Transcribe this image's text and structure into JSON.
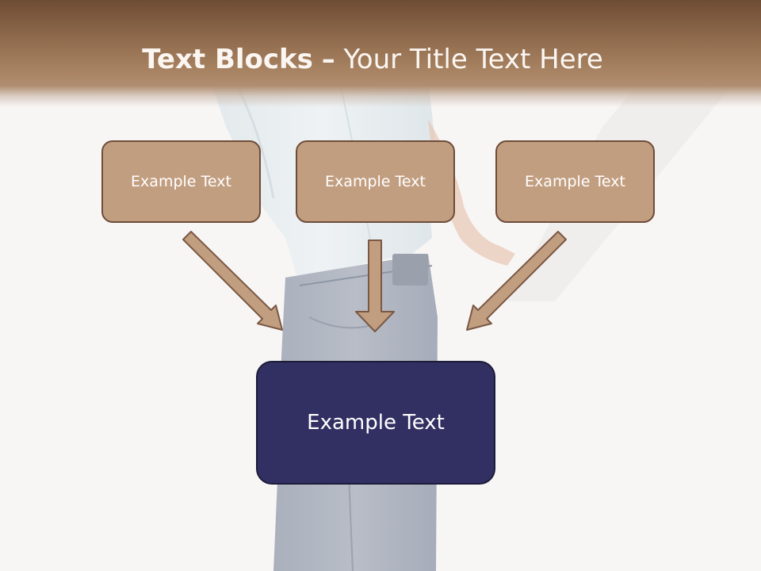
{
  "slide": {
    "title_bold": "Text Blocks",
    "title_separator": "–",
    "title_rest": "Your Title Text Here",
    "top_boxes": [
      {
        "label": "Example Text"
      },
      {
        "label": "Example Text"
      },
      {
        "label": "Example Text"
      }
    ],
    "main_box": {
      "label": "Example Text"
    }
  },
  "colors": {
    "header_band": "#8a6548",
    "small_box_fill": "#c29e80",
    "small_box_border": "#6d4c39",
    "main_box_fill": "#323062",
    "arrow_fill": "#c29e80",
    "arrow_stroke": "#7a5844"
  }
}
